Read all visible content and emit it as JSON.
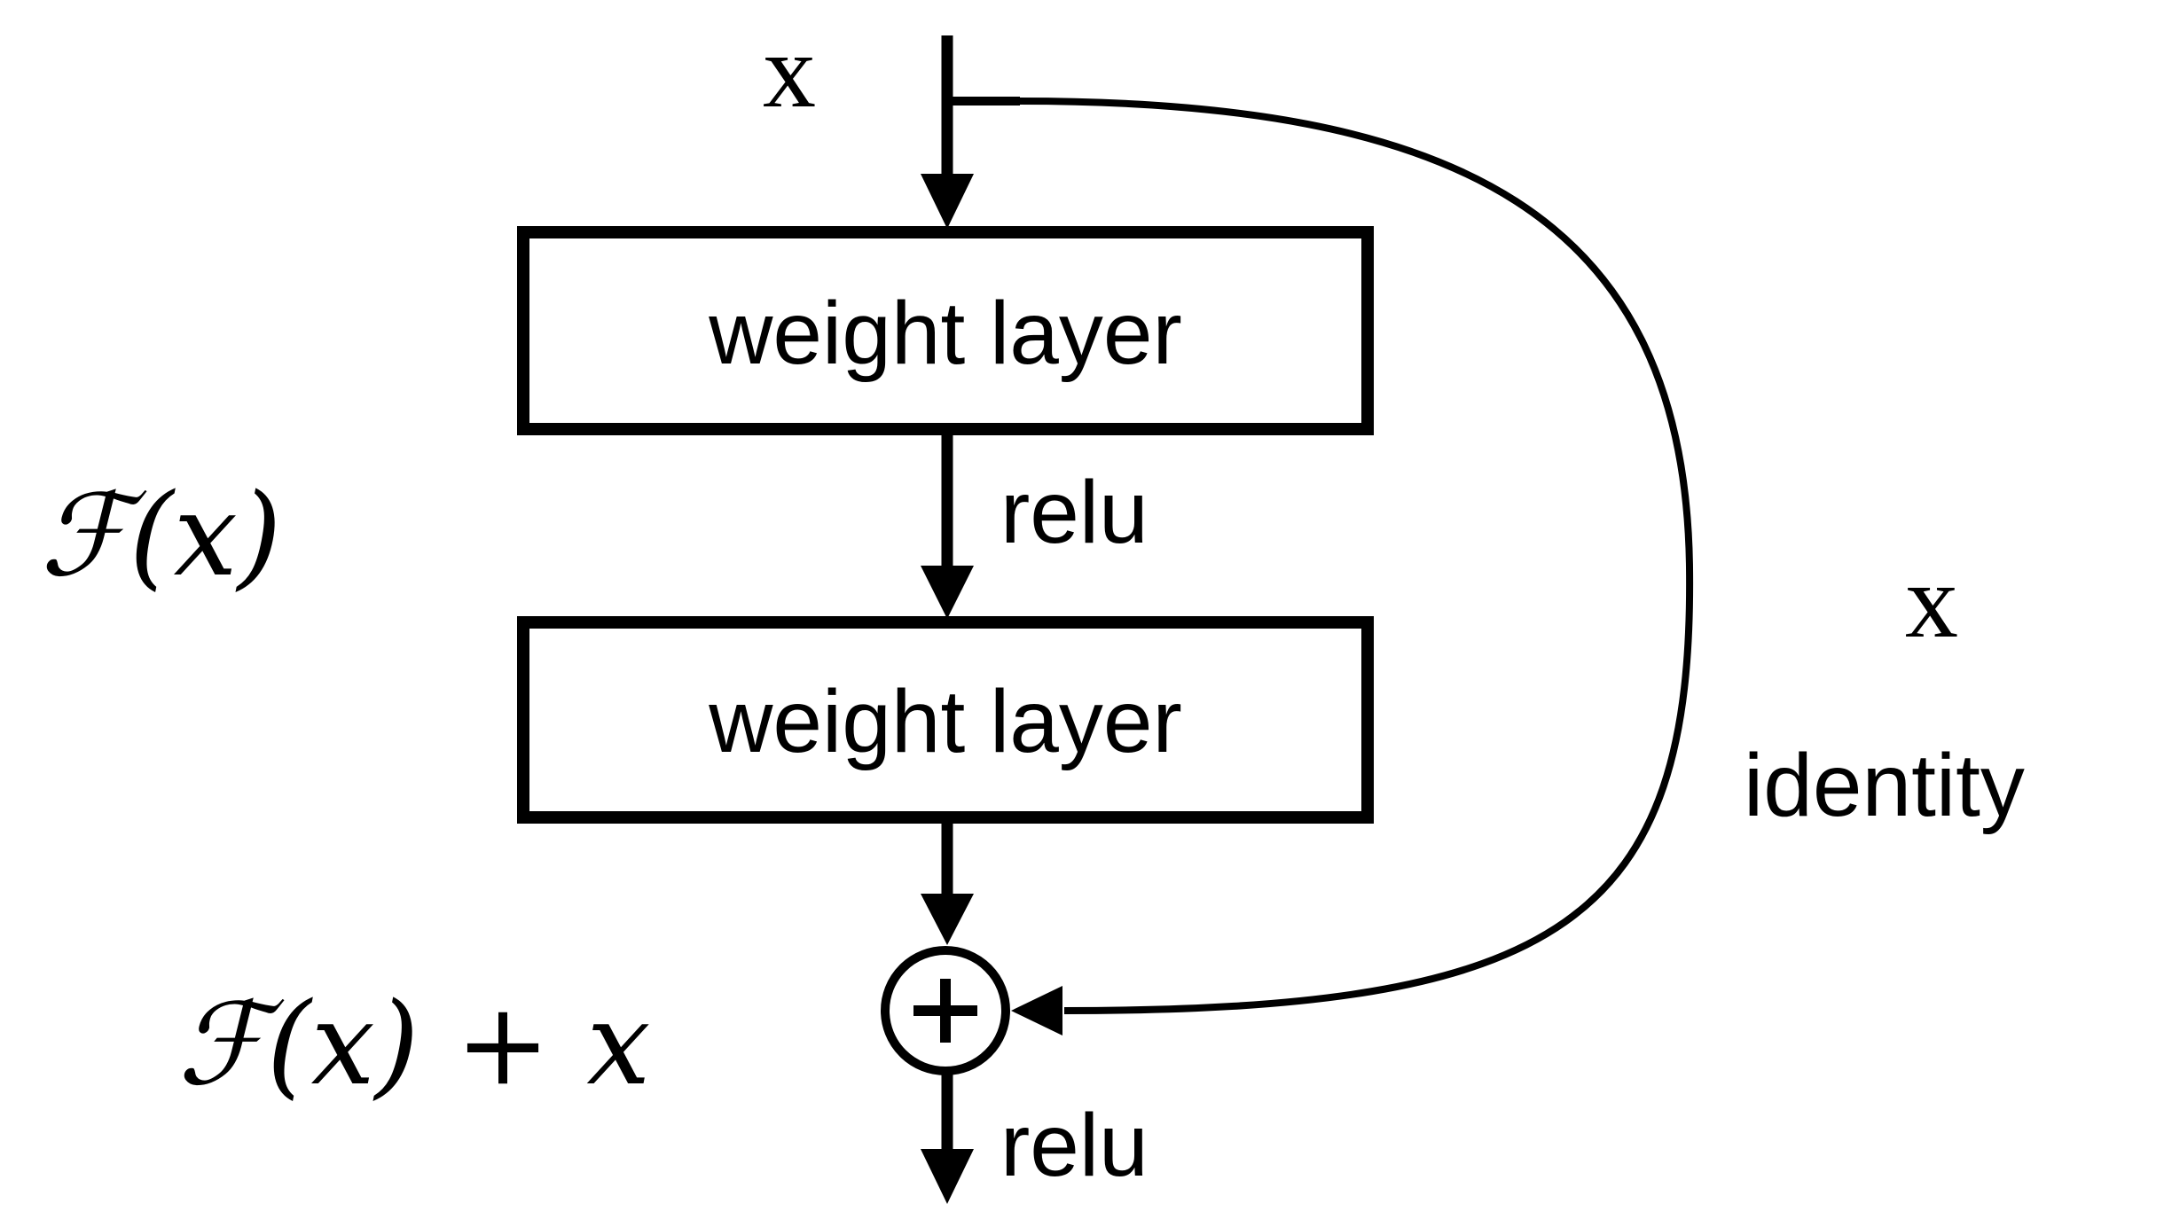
{
  "blocks": [
    {
      "label": "weight layer"
    },
    {
      "label": "weight layer"
    }
  ],
  "activations": {
    "middle": "relu",
    "output": "relu"
  },
  "labels": {
    "input": "x",
    "residual_function": "ℱ(x)",
    "output_sum": "ℱ(x) + x",
    "shortcut_value": "x",
    "shortcut_name": "identity"
  },
  "operator": {
    "symbol": "+"
  },
  "colors": {
    "stroke": "#000000",
    "background": "#ffffff"
  }
}
